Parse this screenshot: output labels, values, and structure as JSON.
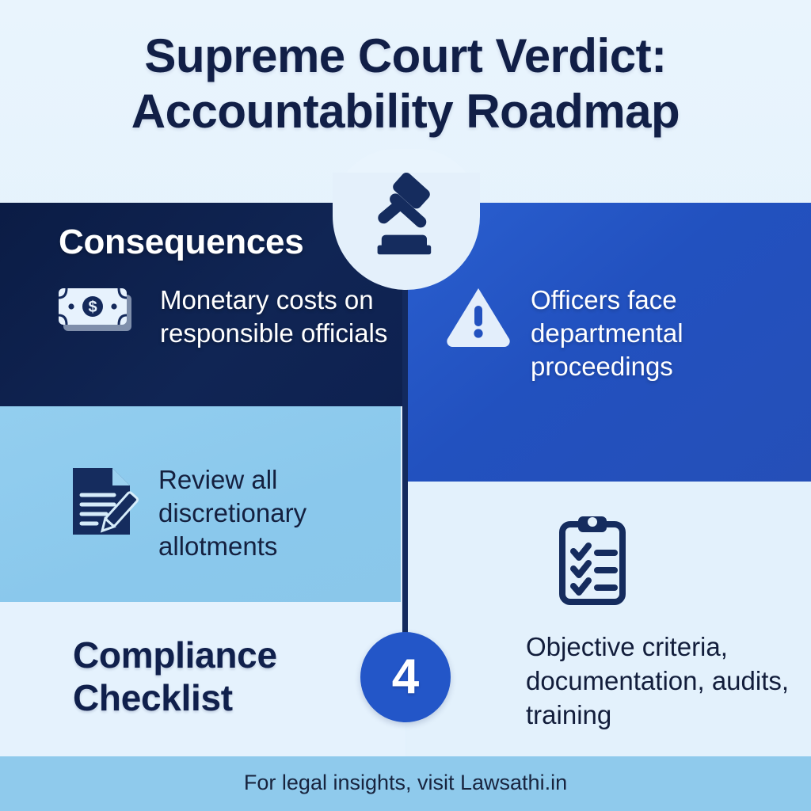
{
  "title": {
    "line1": "Supreme Court Verdict:",
    "line2": "Accountability Roadmap"
  },
  "headings": {
    "consequences": "Consequences",
    "compliance_line1": "Compliance",
    "compliance_line2": "Checklist"
  },
  "items": {
    "money": {
      "icon": "banknote-dollar-icon",
      "text": "Monetary costs on responsible officials"
    },
    "warning": {
      "icon": "warning-triangle-icon",
      "text": "Officers face departmental proceedings"
    },
    "document": {
      "icon": "document-pencil-icon",
      "text": "Review all discretionary allotments"
    },
    "checklist": {
      "icon": "clipboard-checklist-icon",
      "text": "Objective criteria, documentation, audits, training"
    }
  },
  "badge": {
    "icon": "gavel-icon"
  },
  "step_number": "4",
  "footer": {
    "text": "For legal insights, visit Lawsathi.in"
  },
  "colors": {
    "background": "#e8f4fd",
    "navy": "#0e2150",
    "royal_blue": "#2251bf",
    "light_blue": "#8ac8ec",
    "pale_blue": "#e3f1fc",
    "footer_band": "#8fcaec",
    "title_text": "#111f47",
    "circle": "#2356c8"
  }
}
